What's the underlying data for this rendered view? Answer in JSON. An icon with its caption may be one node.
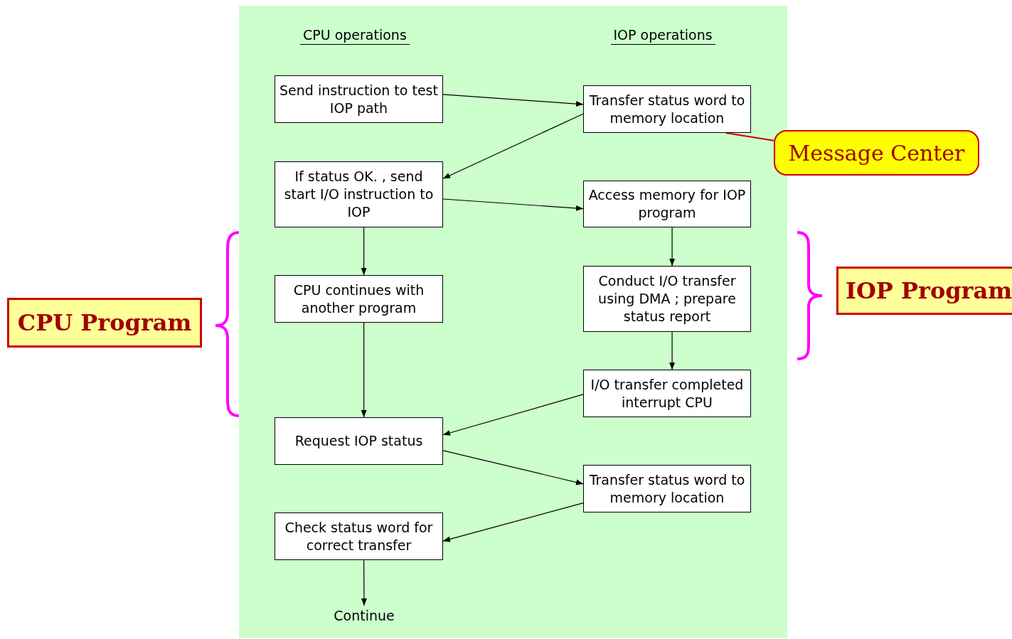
{
  "diagram": {
    "nodes": [
      {
        "text": [
          "Send instruction to test IOP path"
        ]
      },
      {
        "text": [
          "Transfer status word to memory location"
        ]
      },
      {
        "text": [
          "If status OK. , send start I/O instruction to IOP"
        ]
      },
      {
        "text": [
          "Access memory for IOP program"
        ]
      },
      {
        "text": [
          "CPU continues with another program"
        ]
      },
      {
        "text": [
          "Conduct I/O transfer using DMA ; prepare status report"
        ]
      },
      {
        "text": [
          "I/O transfer completed interrupt CPU"
        ]
      },
      {
        "text": [
          "Request IOP status"
        ]
      },
      {
        "text": [
          "Transfer status word to memory location"
        ]
      },
      {
        "text": [
          "Check status word for correct transfer"
        ]
      },
      {
        "text": [
          "Continue"
        ]
      },
      {
        "text": [
          "Message Center"
        ]
      },
      {
        "text": [
          "CPU Program"
        ]
      },
      {
        "text": [
          "IOP Program"
        ]
      }
    ],
    "edges": [
      {
        "from": 0,
        "to": 1,
        "arrow": "to"
      },
      {
        "from": 1,
        "to": 2,
        "arrow": "to"
      },
      {
        "from": 2,
        "to": 3,
        "arrow": "to"
      },
      {
        "from": 2,
        "to": 4,
        "arrow": "to"
      },
      {
        "from": 3,
        "to": 5,
        "arrow": "to"
      },
      {
        "from": 4,
        "to": 7,
        "arrow": "to"
      },
      {
        "from": 5,
        "to": 6,
        "arrow": "to"
      },
      {
        "from": 6,
        "to": 7,
        "arrow": "to"
      },
      {
        "from": 7,
        "to": 8,
        "arrow": "to"
      },
      {
        "from": 8,
        "to": 9,
        "arrow": "to"
      },
      {
        "from": 9,
        "to": 10,
        "arrow": "to"
      },
      {
        "from": 11,
        "to": 1,
        "arrow": "none",
        "color": "#cc0000"
      }
    ],
    "labels": [
      "CPU operations",
      "IOP operations"
    ]
  }
}
